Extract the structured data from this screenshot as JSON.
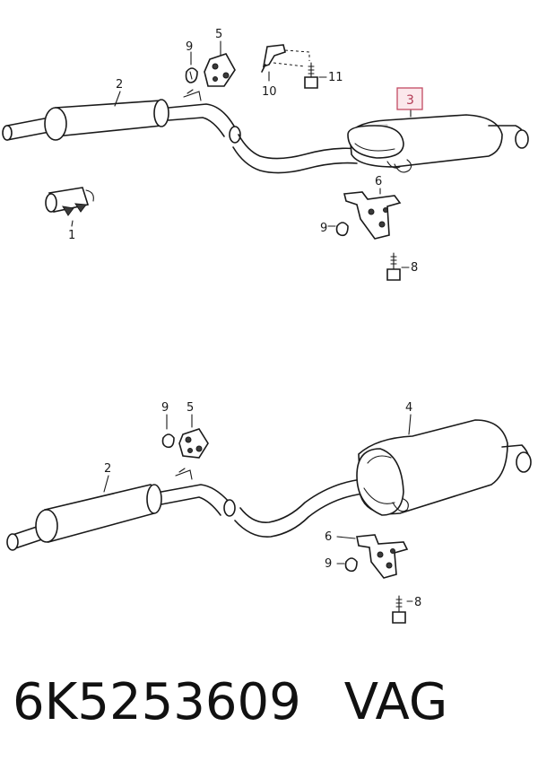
{
  "diagram": {
    "top_view": {
      "callouts": [
        {
          "id": "c1",
          "text": "1"
        },
        {
          "id": "c2",
          "text": "2"
        },
        {
          "id": "c3",
          "text": "3"
        },
        {
          "id": "c5",
          "text": "5"
        },
        {
          "id": "c6",
          "text": "6"
        },
        {
          "id": "c8",
          "text": "8"
        },
        {
          "id": "c9a",
          "text": "9"
        },
        {
          "id": "c9b",
          "text": "9"
        },
        {
          "id": "c10",
          "text": "10"
        },
        {
          "id": "c11",
          "text": "11"
        }
      ],
      "highlighted_callout": "3",
      "highlight_color": "#c24a63"
    },
    "bottom_view": {
      "callouts": [
        {
          "id": "c2",
          "text": "2"
        },
        {
          "id": "c4",
          "text": "4"
        },
        {
          "id": "c5",
          "text": "5"
        },
        {
          "id": "c6",
          "text": "6"
        },
        {
          "id": "c8",
          "text": "8"
        },
        {
          "id": "c9a",
          "text": "9"
        },
        {
          "id": "c9b",
          "text": "9"
        }
      ]
    }
  },
  "footer": {
    "part_number": "6K5253609",
    "brand": "VAG"
  }
}
